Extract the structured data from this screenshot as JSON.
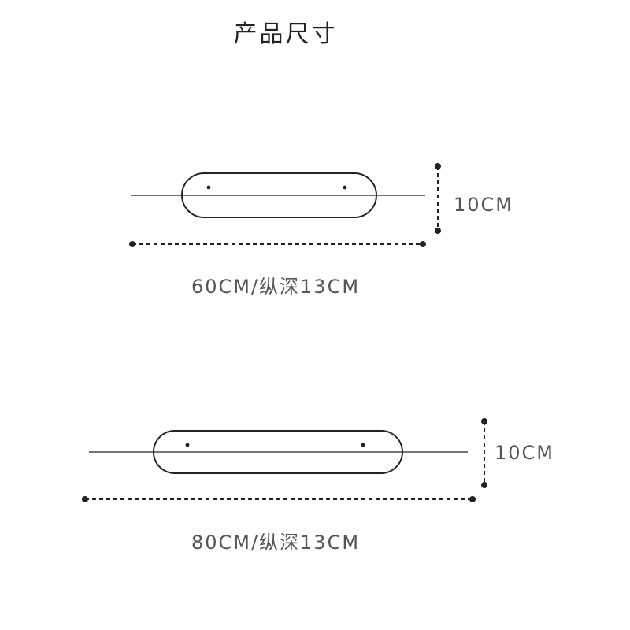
{
  "page": {
    "title": "产品尺寸"
  },
  "shelves": [
    {
      "length_label": "60CM/纵深13CM",
      "height_label": "10CM"
    },
    {
      "length_label": "80CM/纵深13CM",
      "height_label": "10CM"
    }
  ],
  "colors": {
    "stroke": "#222222",
    "text": "#555555",
    "title": "#222222"
  }
}
